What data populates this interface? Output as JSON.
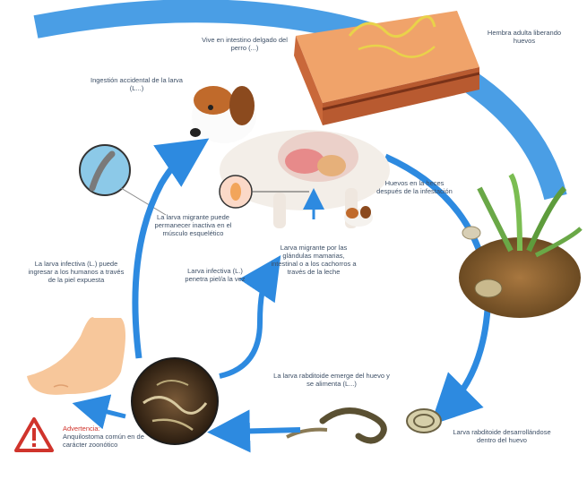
{
  "labels": {
    "worm_skin": "Hembra adulta liberando huevos",
    "top_center": "Vive en intestino delgado del perro (...)",
    "dog_ingest": "Ingestión accidental de la larva (L...)",
    "migrate_muscle": "La larva migrante puede permanecer inactiva en el músculo esquelético",
    "larva_infect": "Larva infectiva (L.) penetra piel/a la vez",
    "larva_migr": "Larva migrante por las glándulas mamarias, intestinal o a los cachorros a través de la leche",
    "eggs_feces": "Huevos en la heces después de la infestación",
    "left_skin": "La larva infectiva (L.) puede ingresar a los humanos a través de la piel expuesta",
    "rhabditiform": "La larva rabditoide emerge del huevo y se alimenta (L...)",
    "egg_dev": "Larva rabditoide desarrollándose dentro del huevo",
    "warning_title": "Advertencia:",
    "warning_body": "Anquilostoma común en de carácter zoonótico"
  },
  "colors": {
    "arrow_blue": "#2d8ae0",
    "arc_blue": "#2a8de0",
    "warning_red": "#d0342c",
    "text": "#3d4f66"
  },
  "icons": [
    "warning-icon",
    "larva-zoom-icon",
    "hookworm-icon"
  ]
}
